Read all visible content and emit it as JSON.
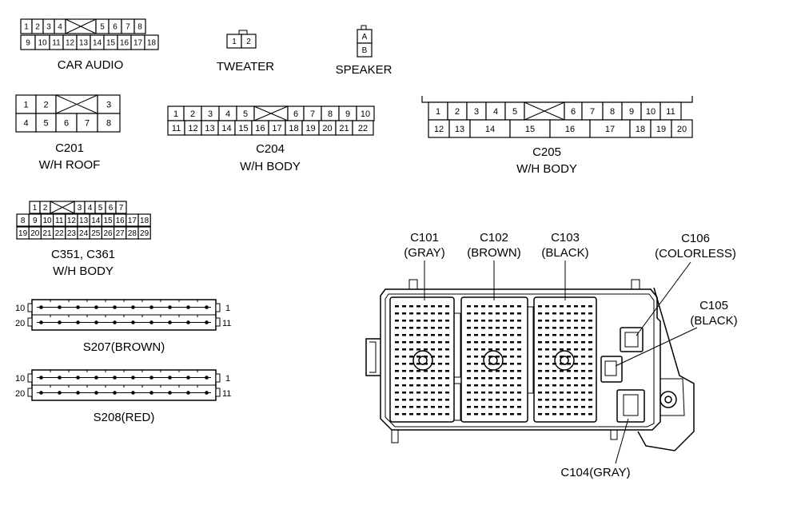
{
  "car_audio": {
    "label": "CAR AUDIO",
    "row1": [
      "1",
      "2",
      "3",
      "4",
      "",
      "5",
      "6",
      "7",
      "8"
    ],
    "row2": [
      "9",
      "10",
      "11",
      "12",
      "13",
      "14",
      "15",
      "16",
      "17",
      "18"
    ]
  },
  "tweater": {
    "label": "TWEATER",
    "pins": [
      "1",
      "2"
    ]
  },
  "speaker": {
    "label": "SPEAKER",
    "pins": [
      "A",
      "B"
    ]
  },
  "c201": {
    "label": "C201",
    "sublabel": "W/H ROOF",
    "row1": [
      "1",
      "2",
      "",
      "3"
    ],
    "row2": [
      "4",
      "5",
      "6",
      "7",
      "8"
    ]
  },
  "c204": {
    "label": "C204",
    "sublabel": "W/H BODY",
    "row1": [
      "1",
      "2",
      "3",
      "4",
      "5",
      "",
      "6",
      "7",
      "8",
      "9",
      "10"
    ],
    "row2": [
      "11",
      "12",
      "13",
      "14",
      "15",
      "16",
      "17",
      "18",
      "19",
      "20",
      "21",
      "22"
    ]
  },
  "c205": {
    "label": "C205",
    "sublabel": "W/H BODY",
    "row1": [
      "1",
      "2",
      "3",
      "4",
      "5",
      "",
      "6",
      "7",
      "8",
      "9",
      "10",
      "11"
    ],
    "row2": [
      "12",
      "13",
      "14",
      "15",
      "16",
      "17",
      "18",
      "19",
      "20"
    ]
  },
  "c351": {
    "label": "C351, C361",
    "sublabel": "W/H BODY",
    "row1": [
      "1",
      "2",
      "",
      "3",
      "4",
      "5",
      "6",
      "7"
    ],
    "row2": [
      "8",
      "9",
      "10",
      "11",
      "12",
      "13",
      "14",
      "15",
      "16",
      "17",
      "18"
    ],
    "row3": [
      "19",
      "20",
      "21",
      "22",
      "23",
      "24",
      "25",
      "26",
      "27",
      "28",
      "29"
    ]
  },
  "s207": {
    "label": "S207(BROWN)",
    "left_top": "10",
    "left_bottom": "20",
    "right_top": "1",
    "right_bottom": "11"
  },
  "s208": {
    "label": "S208(RED)",
    "left_top": "10",
    "left_bottom": "20",
    "right_top": "1",
    "right_bottom": "11"
  },
  "junction_box": {
    "c101": {
      "name": "C101",
      "color": "(GRAY)"
    },
    "c102": {
      "name": "C102",
      "color": "(BROWN)"
    },
    "c103": {
      "name": "C103",
      "color": "(BLACK)"
    },
    "c106": {
      "name": "C106",
      "color": "(COLORLESS)"
    },
    "c105": {
      "name": "C105",
      "color": "(BLACK)"
    },
    "c104": {
      "name": "C104(GRAY)"
    }
  }
}
